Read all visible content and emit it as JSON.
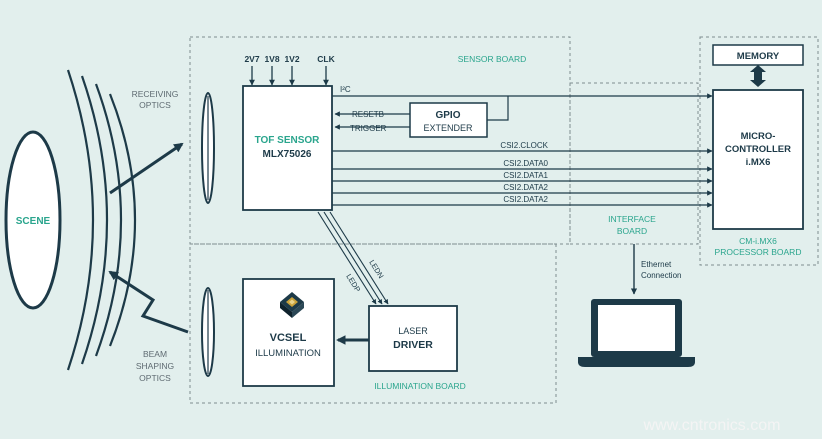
{
  "scene": {
    "label": "SCENE"
  },
  "optics": {
    "receiving": [
      "RECEIVING",
      "OPTICS"
    ],
    "beam_shaping": [
      "BEAM",
      "SHAPING",
      "OPTICS"
    ]
  },
  "sensor_board": {
    "label": "SENSOR BOARD",
    "supply_pins": [
      "2V7",
      "1V8",
      "1V2",
      "CLK"
    ],
    "tof": {
      "title": "TOF SENSOR",
      "part": "MLX75026"
    },
    "gpio": {
      "title": "GPIO",
      "subtitle": "EXTENDER"
    },
    "signals": {
      "i2c": "I²C",
      "resetb": "RESETB",
      "trigger": "TRIGGER",
      "csi": [
        "CSI2.CLOCK",
        "CSI2.DATA0",
        "CSI2.DATA1",
        "CSI2.DATA2",
        "CSI2.DATA2"
      ]
    }
  },
  "illumination_board": {
    "label": "ILLUMINATION BOARD",
    "ledp": "LEDP",
    "ledn": "LEDN",
    "vcsel": {
      "title": "VCSEL",
      "subtitle": "ILLUMINATION"
    },
    "driver": {
      "title": "LASER",
      "subtitle": "DRIVER"
    }
  },
  "interface_board": {
    "label": [
      "INTERFACE",
      "BOARD"
    ],
    "ethernet": [
      "Ethernet",
      "Connection"
    ]
  },
  "processor_board": {
    "label": [
      "CM-i.MX6",
      "PROCESSOR BOARD"
    ],
    "memory": "MEMORY",
    "mcu": [
      "MICRO-",
      "CONTROLLER",
      "i.MX6"
    ]
  },
  "watermark": "www.cntronics.com",
  "colors": {
    "background": "#e2efed",
    "line": "#1d3a48",
    "accent": "#2aa58d",
    "label": "#5f6b72",
    "watermark": "#f4f4f4"
  }
}
